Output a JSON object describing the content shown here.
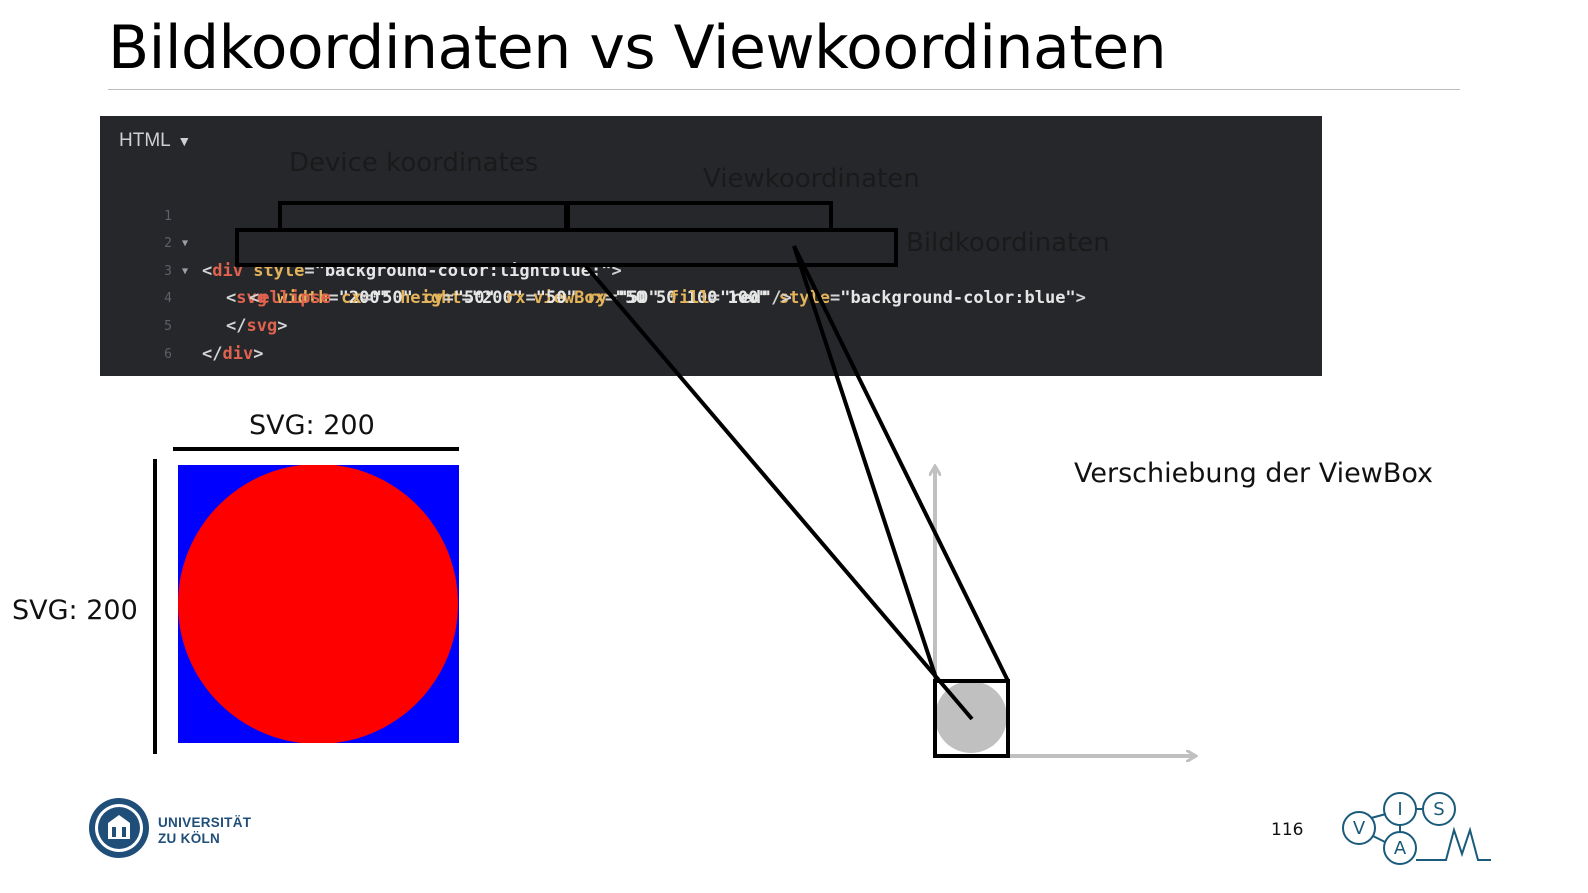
{
  "slide": {
    "title": "Bildkoordinaten vs Viewkoordinaten",
    "page_number": "116"
  },
  "code_panel": {
    "tab_label": "HTML",
    "tab_caret": "▼",
    "background": "#25272b",
    "lines": [
      {
        "num": "1",
        "fold": "▼"
      },
      {
        "num": "2",
        "fold": "▼"
      },
      {
        "num": "3",
        "fold": ""
      },
      {
        "num": "4",
        "fold": ""
      },
      {
        "num": "5",
        "fold": ""
      },
      {
        "num": "6",
        "fold": ""
      }
    ],
    "tokens": {
      "l1_open": "<",
      "l1_tag": "div",
      "l1_attr": " style",
      "l1_eq": "=",
      "l1_val": "\"background-color:lightblue;\"",
      "l1_close": ">",
      "l2_open": "<",
      "l2_tag": "svg",
      "l2_a1": " width",
      "l2_v1": "\"200\"",
      "l2_a2": " height",
      "l2_v2": "\"200\"",
      "l2_a3": " viewBox",
      "l2_v3": "\"50 50 100 100\"",
      "l2_a4": " style",
      "l2_v4": "\"background-color:blue\"",
      "l2_close": ">",
      "l3_open": "<",
      "l3_tag": "ellipse",
      "l3_a1": " cx",
      "l3_v1": "\"50\"",
      "l3_a2": " cy",
      "l3_v2": "\"50\"",
      "l3_a3": " rx",
      "l3_v3": "\"50\"",
      "l3_a4": " ry",
      "l3_v4": "\"50\"",
      "l3_a5": " fill",
      "l3_v5": "\"red\"",
      "l3_close": "/>",
      "l4_open": "</",
      "l4_tag": "svg",
      "l4_close": ">",
      "l5_open": "</",
      "l5_tag": "div",
      "l5_close": ">",
      "eq": "="
    }
  },
  "annotations": {
    "device_coords": "Device koordinates",
    "view_coords": "Viewkoordinaten",
    "image_coords": "Bildkoordinaten"
  },
  "demo": {
    "svg_width_label": "SVG: 200",
    "svg_height_label": "SVG: 200",
    "shift_label": "Verschiebung der ViewBox",
    "svg_background": "#0000ff",
    "ellipse_fill": "#ff0000",
    "gray_circle_fill": "#c0c0c0"
  },
  "footer": {
    "university_line1": "UNIVERSITÄT",
    "university_line2": "ZU KÖLN",
    "university_color": "#1f4e79",
    "visa_letters": [
      "V",
      "I",
      "S",
      "A"
    ],
    "visa_color": "#1a5a7a"
  }
}
